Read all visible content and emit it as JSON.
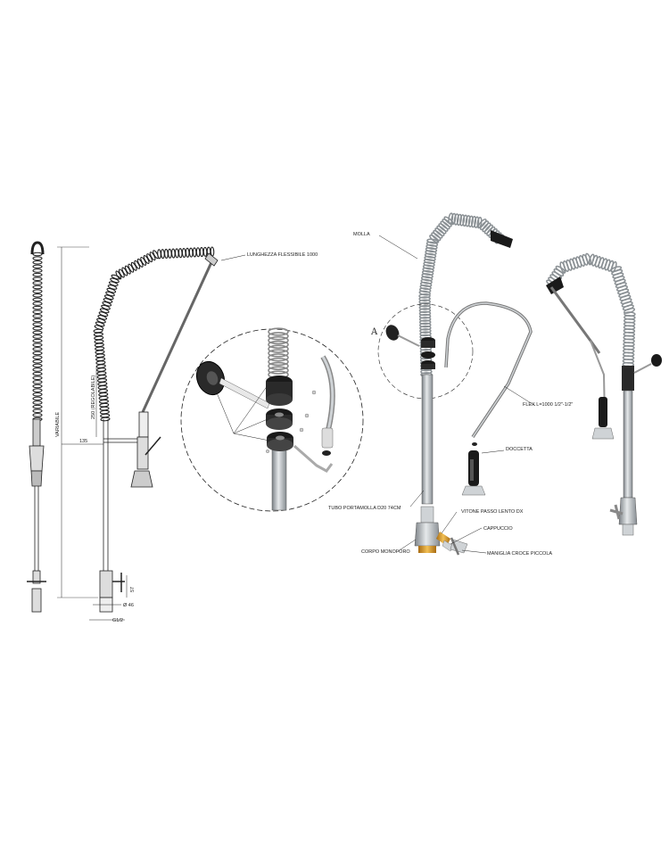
{
  "labels": {
    "lunghezza_flessibile": "LUNGHEZZA FLESSIBILE 1000",
    "molla": "MOLLA",
    "flex": "FLEX L=1000 1/2\"-1/2\"",
    "doccetta": "DOCCETTA",
    "tubo_portamolla": "TUBO PORTAMOLLA D20 74CM",
    "vitone": "VITONE PASSO LENTO DX",
    "cappuccio": "CAPPUCCIO",
    "corpo_monoforo": "CORPO MONOFORO",
    "maniglia": "MANIGLIA CROCE PICCOLA",
    "detail_marker": "A"
  },
  "dimensions": {
    "variabile": "VARIABILE",
    "regolabile": "250 (REGOLABILE)",
    "d135": "135",
    "d57": "57",
    "d46": "Ø 46",
    "g12": "G1/2"
  },
  "colors": {
    "line": "#222222",
    "metal": "#b9bec2",
    "metal_dark": "#7c8287",
    "rubber": "#1c1c1c",
    "brass": "#d99a2b"
  }
}
